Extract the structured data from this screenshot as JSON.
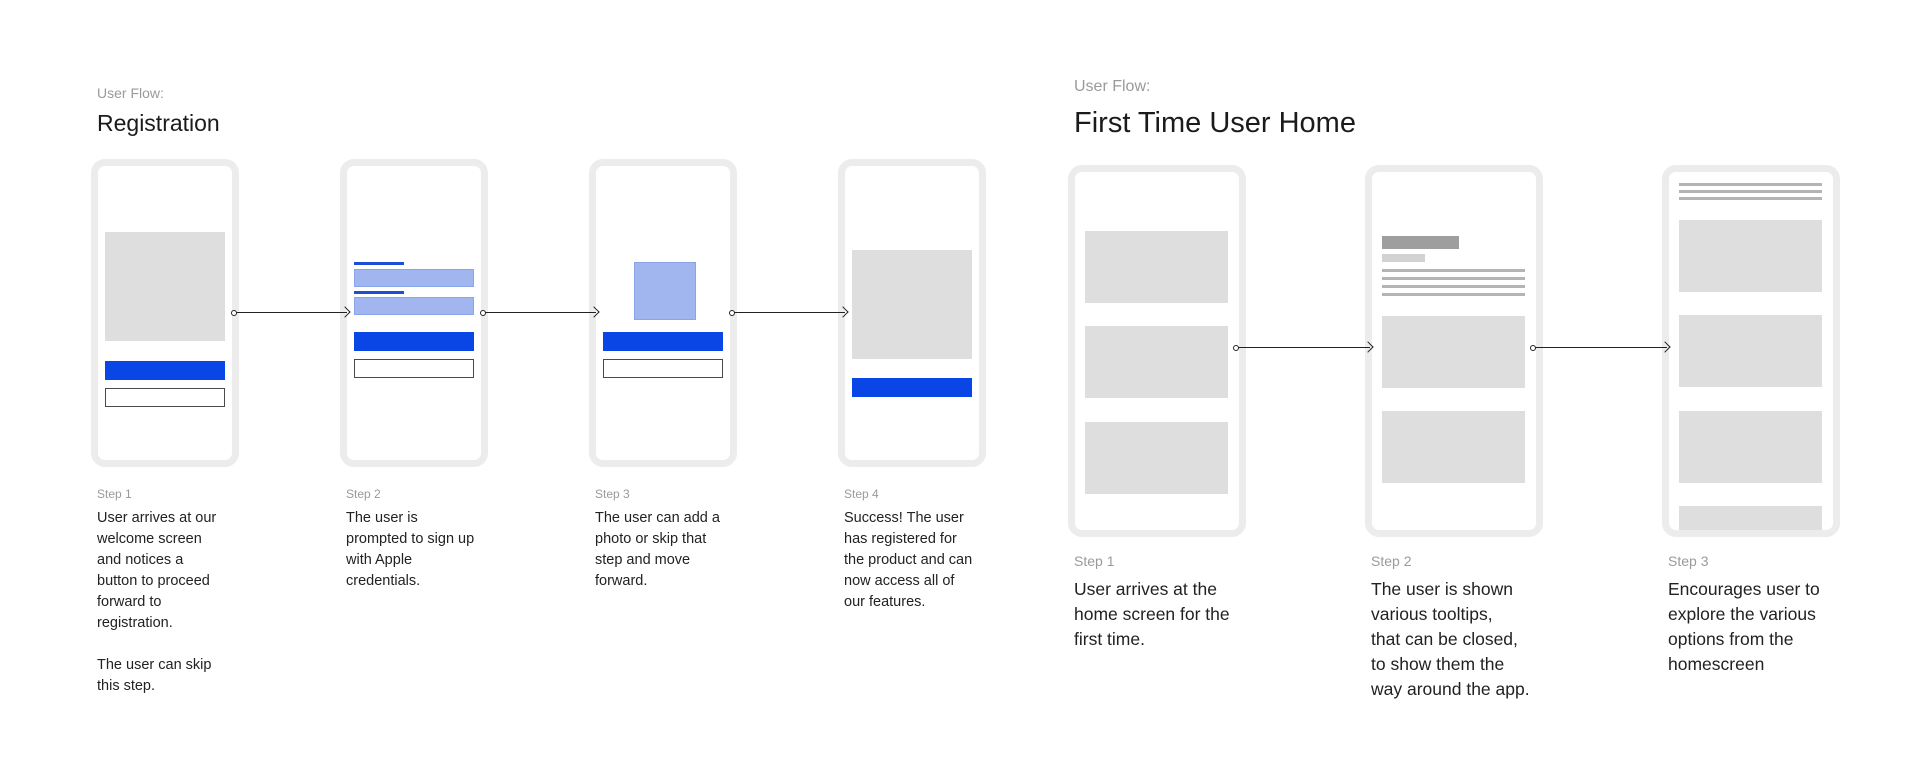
{
  "flow1": {
    "overline": "User Flow:",
    "title": "Registration",
    "steps": [
      {
        "label": "Step 1",
        "text": "User arrives at our\nwelcome screen\nand notices a\nbutton to proceed\nforward to\nregistration.\n\nThe user can skip\nthis step."
      },
      {
        "label": "Step 2",
        "text": "The user is\nprompted to sign up\nwith Apple\ncredentials."
      },
      {
        "label": "Step 3",
        "text": "The user can add a\nphoto or skip that\nstep and move\nforward."
      },
      {
        "label": "Step 4",
        "text": "Success! The user\nhas registered for\nthe product and can\nnow access all of\nour features."
      }
    ]
  },
  "flow2": {
    "overline": "User Flow:",
    "title": "First Time User Home",
    "steps": [
      {
        "label": "Step 1",
        "text": "User arrives at the\nhome screen for the\nfirst time."
      },
      {
        "label": "Step 2",
        "text": "The user is shown\nvarious tooltips,\nthat can be closed,\nto show them the\nway around the app."
      },
      {
        "label": "Step 3",
        "text": "Encourages user to\nexplore the various\noptions from the\nhomescreen"
      }
    ]
  },
  "colors": {
    "primary_blue": "#0a45e6",
    "light_blue": "#a1b5ee",
    "placeholder_gray": "#dedede",
    "phone_frame": "#ececec"
  }
}
